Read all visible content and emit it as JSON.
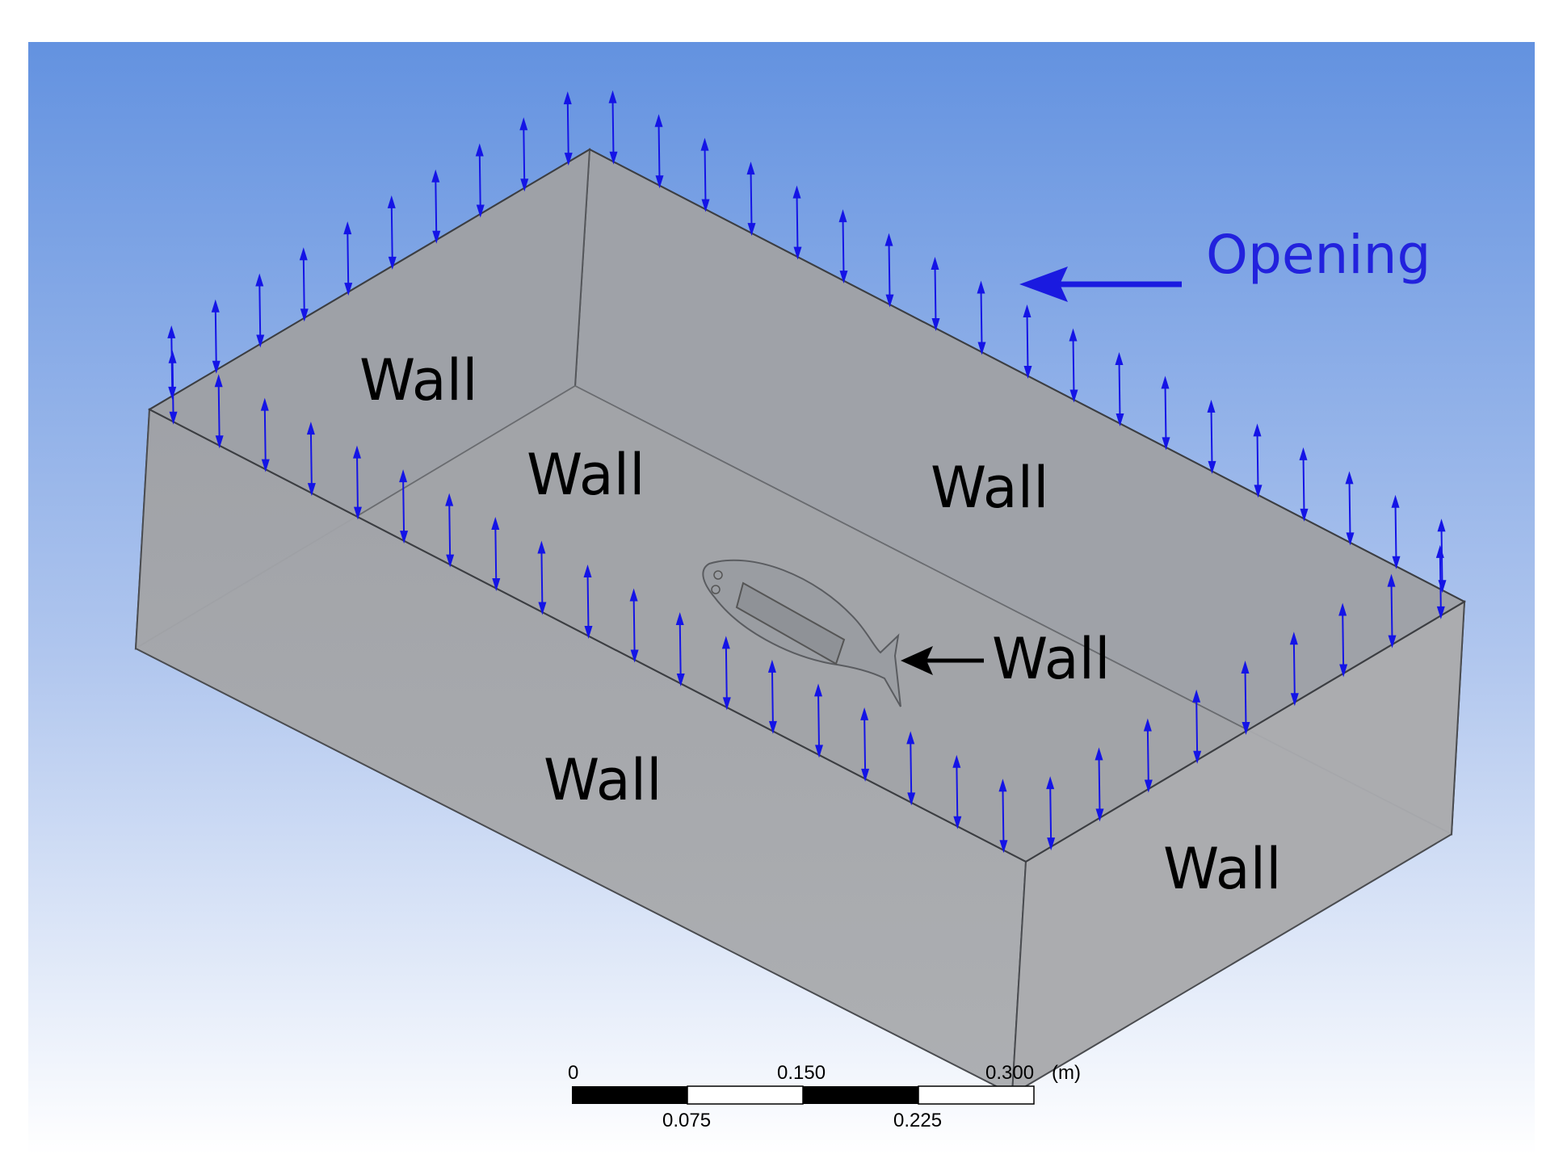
{
  "colors": {
    "background_top": "#6392e0",
    "background_bottom": "#ffffff",
    "box_face": "#a3a5a9",
    "box_edge": "#4a4c50",
    "arrow_color": "#1414e6",
    "opening_label_color": "#2222dd",
    "wall_label_color": "#000000"
  },
  "labels": {
    "opening": "Opening",
    "wall_top_left": "Wall",
    "wall_back": "Wall",
    "wall_floor": "Wall",
    "wall_fish": "Wall",
    "wall_front": "Wall",
    "wall_right": "Wall"
  },
  "scale_bar": {
    "top_ticks": [
      "0",
      "0.150",
      "0.300"
    ],
    "unit": "(m)",
    "bottom_ticks": [
      "0.075",
      "0.225"
    ]
  },
  "boundary_arrows": {
    "icon": "double-headed-arrow-icon",
    "direction": "vertical"
  },
  "fish_model": {
    "icon": "fish-body-icon"
  }
}
